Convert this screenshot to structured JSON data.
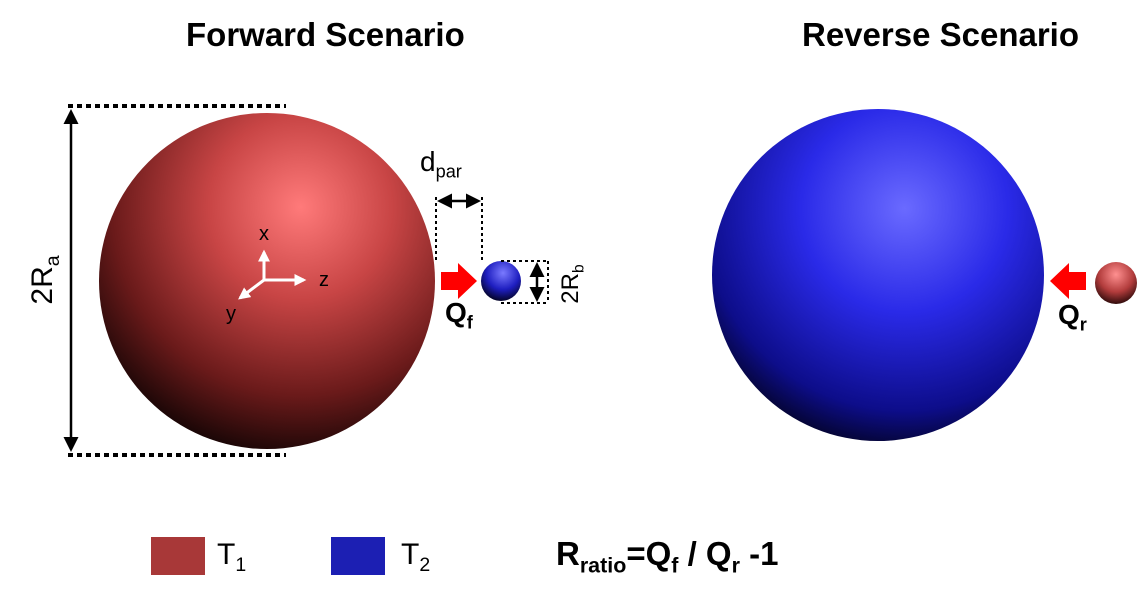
{
  "titles": {
    "forward": "Forward Scenario",
    "reverse": "Reverse Scenario"
  },
  "forward": {
    "diameter_big": {
      "text": "2R",
      "sub": "a"
    },
    "diameter_small": {
      "text": "2R",
      "sub": "b"
    },
    "distance": {
      "text": "d",
      "sub": "par"
    },
    "heat_flux": {
      "text": "Q",
      "sub": "f"
    },
    "axes": {
      "x": "x",
      "y": "y",
      "z": "z"
    }
  },
  "reverse": {
    "heat_flux": {
      "text": "Q",
      "sub": "r"
    }
  },
  "legend": {
    "items": [
      {
        "text": "T",
        "sub": "1",
        "color": "#a83838"
      },
      {
        "text": "T",
        "sub": "2",
        "color": "#1c1fb3"
      }
    ]
  },
  "formula": {
    "r": "R",
    "r_sub": "ratio",
    "eq_q": "=Q",
    "qf_sub": "f",
    "slash_q": " / Q",
    "qr_sub": "r",
    "tail": " -1"
  },
  "colors": {
    "t1": "#a83838",
    "t2": "#1c1fb3",
    "arrow": "#ff0000"
  }
}
